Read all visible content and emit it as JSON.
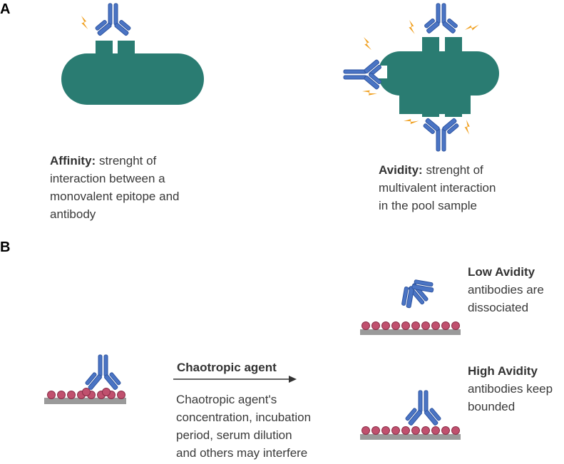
{
  "panel_a": {
    "label": "A",
    "affinity": {
      "title": "Affinity:",
      "text": " strenght of",
      "lines": [
        "interaction between a",
        "monovalent epitope and",
        "antibody"
      ]
    },
    "avidity": {
      "title": "Avidity:",
      "text": " strenght of",
      "lines": [
        "multivalent interaction",
        "in the pool sample"
      ]
    }
  },
  "panel_b": {
    "label": "B",
    "arrow_label": "Chaotropic agent",
    "note_lines": [
      "Chaotropic agent's",
      "concentration, incubation",
      "period, serum dilution",
      "and others may interfere"
    ],
    "low": {
      "title": "Low Avidity",
      "lines": [
        "antibodies are",
        "dissociated"
      ]
    },
    "high": {
      "title": "High Avidity",
      "lines": [
        "antibodies keep",
        "bounded"
      ]
    }
  },
  "colors": {
    "antigen": "#2a7c72",
    "antibody": "#4a74c4",
    "antibody_outline": "#2f55a0",
    "spark": "#f0a020",
    "bead": "#c0506e",
    "surface": "#9a9a9a"
  }
}
